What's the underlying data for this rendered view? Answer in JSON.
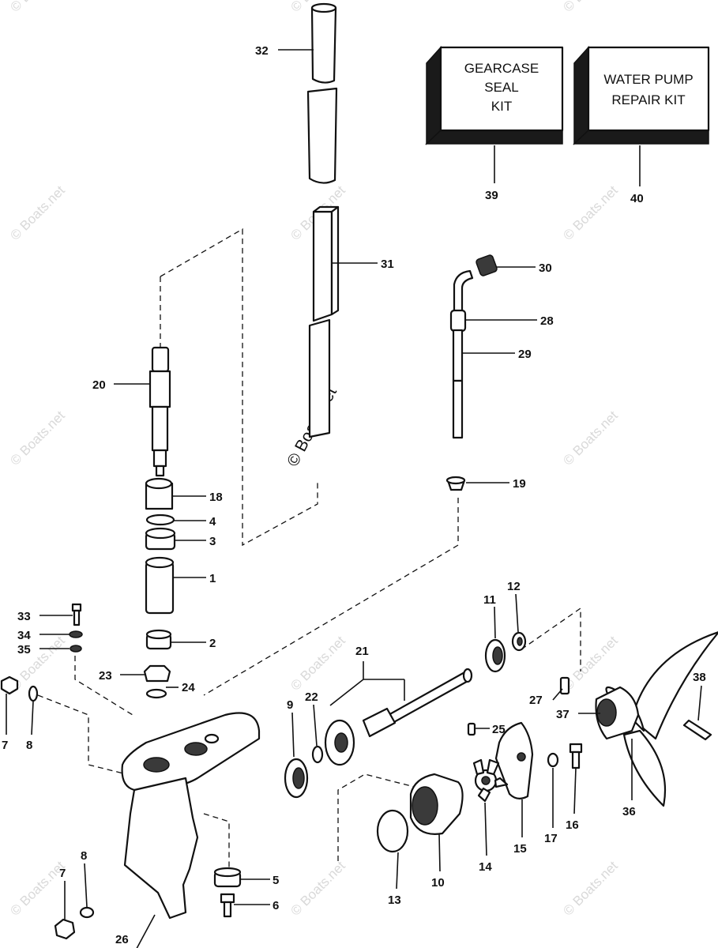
{
  "kits": {
    "gearcase": {
      "line1": "GEARCASE",
      "line2": "SEAL",
      "line3": "KIT",
      "ref": "39"
    },
    "waterpump": {
      "line1": "WATER PUMP",
      "line2": "REPAIR KIT",
      "ref": "40"
    }
  },
  "watermark": "© Boats.net",
  "labels": [
    "32",
    "31",
    "30",
    "28",
    "29",
    "20",
    "19",
    "18",
    "4",
    "3",
    "1",
    "33",
    "34",
    "35",
    "2",
    "23",
    "24",
    "7",
    "8",
    "11",
    "12",
    "21",
    "9",
    "22",
    "27",
    "38",
    "37",
    "25",
    "36",
    "17",
    "16",
    "15",
    "14",
    "10",
    "13",
    "5",
    "6",
    "26"
  ]
}
